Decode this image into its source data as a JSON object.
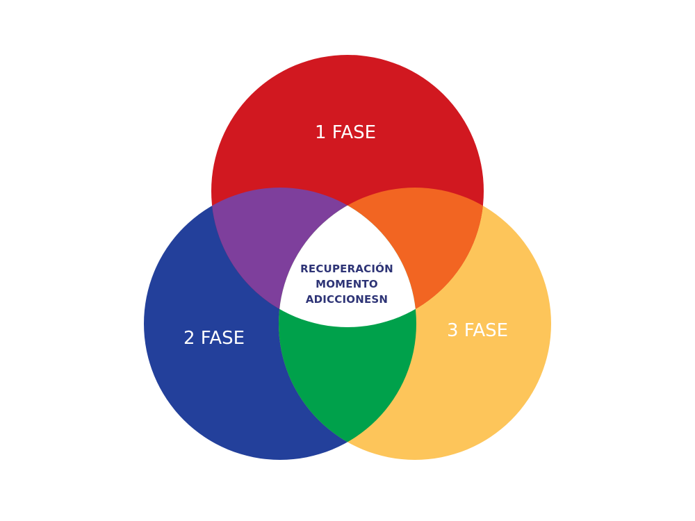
{
  "diagram": {
    "type": "venn-3",
    "circles": [
      {
        "id": "top",
        "label": "1 FASE",
        "color": "#D11820"
      },
      {
        "id": "left",
        "label": "2 FASE",
        "color": "#23409B"
      },
      {
        "id": "right",
        "label": "3 FASE",
        "color": "#FDC55A"
      }
    ],
    "overlaps": {
      "top_left": "#7E3F9C",
      "top_right": "#F26522",
      "left_right": "#00A14B",
      "center": "#FFFFFF"
    },
    "center": {
      "lines": [
        "RECUPERACIÓN",
        "MOMENTO",
        "ADICCIONESN"
      ],
      "color": "#2E3476"
    }
  }
}
